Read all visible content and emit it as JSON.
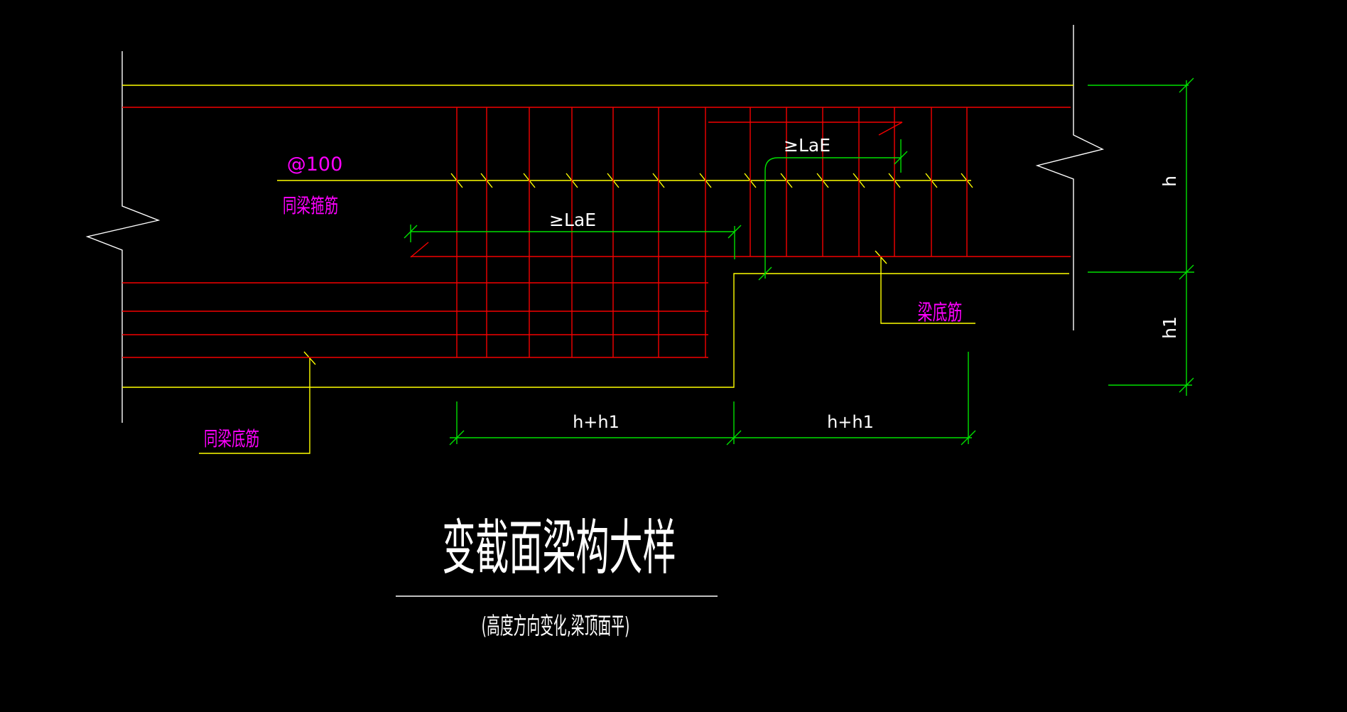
{
  "drawing": {
    "title": "变截面梁构大样",
    "subtitle": "(高度方向变化,梁顶面平)"
  },
  "annotations": {
    "stirrup_spacing": "@100",
    "same_beam_stirrups": "同梁箍筋",
    "anchorage_left": "≥LaE",
    "anchorage_right": "≥LaE",
    "beam_bottom_bars": "梁底筋",
    "same_beam_bottom_bars": "同梁底筋"
  },
  "dimensions": {
    "height_main": "h",
    "height_step": "h1",
    "span_left": "h+h1",
    "span_right": "h+h1"
  },
  "colors": {
    "background": "#000000",
    "outline": "#ffffff",
    "rebar_yellow": "#ffff00",
    "stirrup_red": "#f40000",
    "dimension_green": "#00e000",
    "label_magenta": "#ff00ff"
  }
}
